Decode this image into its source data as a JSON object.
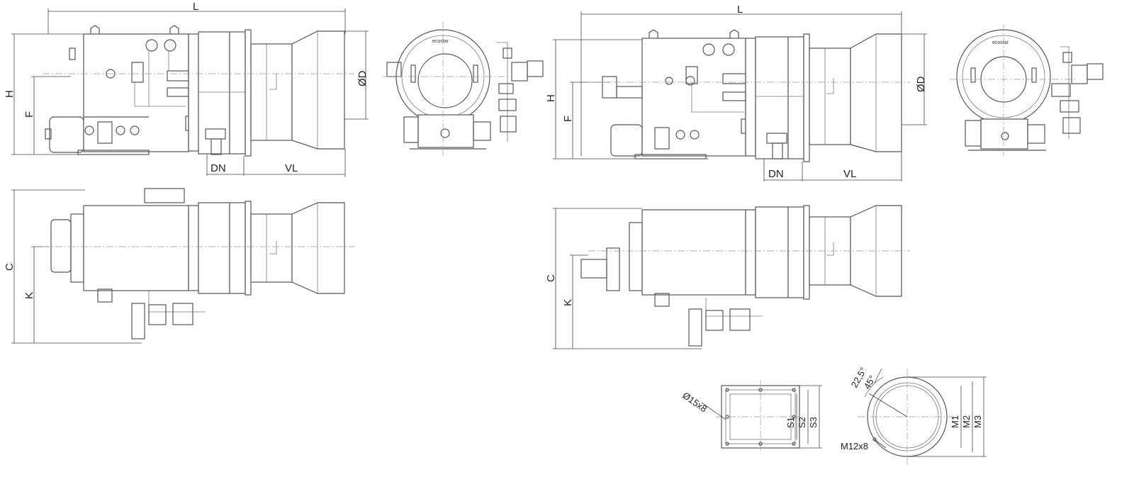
{
  "labels": {
    "L": "L",
    "H": "H",
    "F": "F",
    "D": "ØD",
    "DN": "DN",
    "VL": "VL",
    "C": "C",
    "K": "K",
    "hole": "Ø15x8",
    "S1": "S1",
    "S2": "S2",
    "S3": "S3",
    "M1": "M1",
    "M2": "M2",
    "M3": "M3",
    "thread": "M12x8",
    "ang1": "22,5°",
    "ang2": "45°"
  },
  "brand": "ecostar",
  "colors": {
    "line": "#555555",
    "background": "#ffffff"
  }
}
